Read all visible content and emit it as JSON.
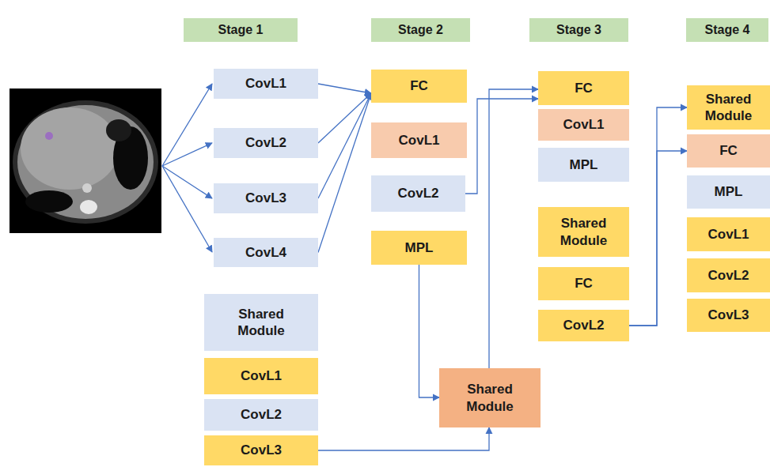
{
  "diagram": {
    "nodes": [
      {
        "text": [
          "Stage 1"
        ]
      },
      {
        "text": [
          "Stage 2"
        ]
      },
      {
        "text": [
          "Stage 3"
        ]
      },
      {
        "text": [
          "Stage 4"
        ]
      },
      {
        "text": [
          "CovL1"
        ]
      },
      {
        "text": [
          "CovL2"
        ]
      },
      {
        "text": [
          "CovL3"
        ]
      },
      {
        "text": [
          "CovL4"
        ]
      },
      {
        "text": [
          "Shared Module"
        ]
      },
      {
        "text": [
          "CovL1"
        ]
      },
      {
        "text": [
          "CovL2"
        ]
      },
      {
        "text": [
          "CovL3"
        ]
      },
      {
        "text": [
          "FC"
        ]
      },
      {
        "text": [
          "CovL1"
        ]
      },
      {
        "text": [
          "CovL2"
        ]
      },
      {
        "text": [
          "MPL"
        ]
      },
      {
        "text": [
          "Shared Module"
        ]
      },
      {
        "text": [
          "FC"
        ]
      },
      {
        "text": [
          "CovL1"
        ]
      },
      {
        "text": [
          "MPL"
        ]
      },
      {
        "text": [
          "Shared Module"
        ]
      },
      {
        "text": [
          "FC"
        ]
      },
      {
        "text": [
          "CovL2"
        ]
      },
      {
        "text": [
          "Shared Module"
        ]
      },
      {
        "text": [
          "FC"
        ]
      },
      {
        "text": [
          "MPL"
        ]
      },
      {
        "text": [
          "CovL1"
        ]
      },
      {
        "text": [
          "CovL2"
        ]
      },
      {
        "text": [
          "CovL3"
        ]
      }
    ],
    "edges": [
      {
        "from": 4,
        "to": 12,
        "arrow": "to"
      },
      {
        "from": 5,
        "to": 12,
        "arrow": "to"
      },
      {
        "from": 6,
        "to": 12,
        "arrow": "to"
      },
      {
        "from": 7,
        "to": 12,
        "arrow": "to"
      },
      {
        "from": 14,
        "to": 17,
        "arrow": "to"
      },
      {
        "from": 15,
        "to": 16,
        "arrow": "to"
      },
      {
        "from": 11,
        "to": 16,
        "arrow": "to"
      },
      {
        "from": 16,
        "to": 17,
        "arrow": "to"
      },
      {
        "from": 22,
        "to": 23,
        "arrow": "to"
      },
      {
        "from": 22,
        "to": 24,
        "arrow": "to"
      }
    ]
  }
}
